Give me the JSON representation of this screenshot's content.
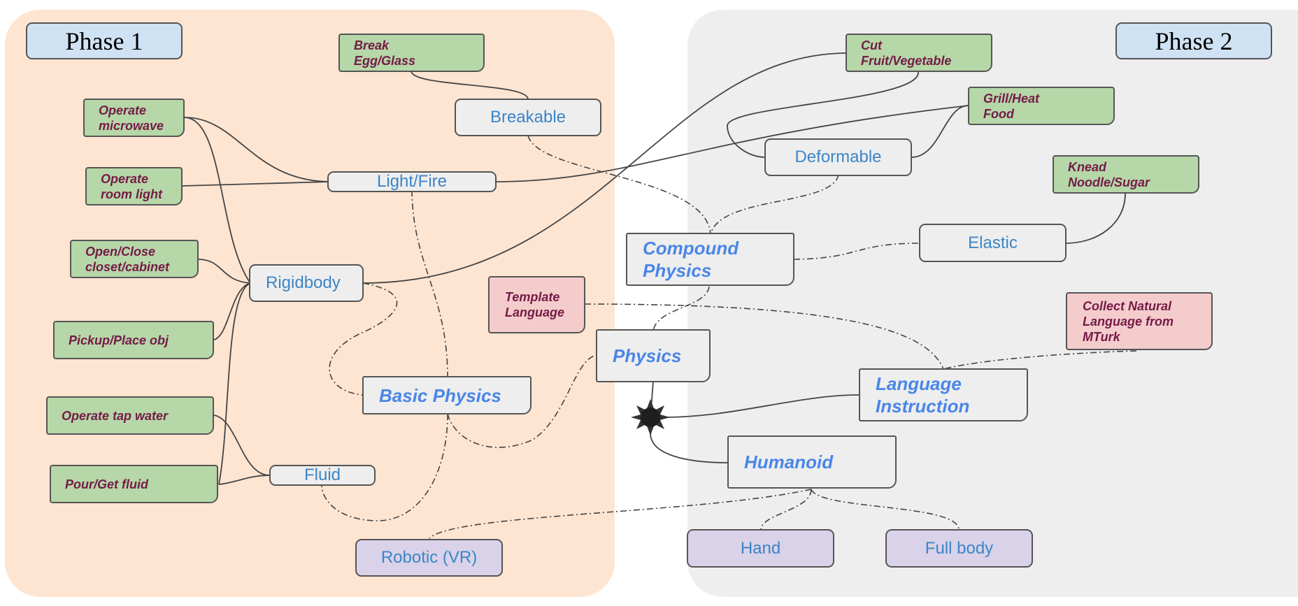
{
  "phases": {
    "phase1": "Phase 1",
    "phase2": "Phase 2"
  },
  "tasks": {
    "break_egg": "Break\nEgg/Glass",
    "operate_microwave": "Operate\nmicrowave",
    "operate_room_light": "Operate\nroom light",
    "open_close_closet": "Open/Close\ncloset/cabinet",
    "pickup_place": "Pickup/Place obj",
    "operate_tap_water": "Operate tap water",
    "pour_get_fluid": "Pour/Get fluid",
    "cut_fruit": "Cut\nFruit/Vegetable",
    "grill_heat": "Grill/Heat\nFood",
    "knead_noodle": "Knead\nNoodle/Sugar"
  },
  "language_sources": {
    "template_language": "Template\nLanguage",
    "collect_mturk": "Collect Natural\nLanguage from\nMTurk"
  },
  "concepts": {
    "breakable": "Breakable",
    "light_fire": "Light/Fire",
    "rigidbody": "Rigidbody",
    "fluid": "Fluid",
    "deformable": "Deformable",
    "elastic": "Elastic"
  },
  "modules": {
    "compound_physics": "Compound\nPhysics",
    "physics": "Physics",
    "basic_physics": "Basic Physics",
    "language_instruction": "Language\nInstruction",
    "humanoid": "Humanoid"
  },
  "embodiments": {
    "robotic_vr": "Robotic (VR)",
    "hand": "Hand",
    "full_body": "Full body"
  },
  "colors": {
    "phase1_region": "#fee5d2",
    "phase2_region": "#eeeeee",
    "task_fill": "#b6d7a8",
    "language_fill": "#f4cccc",
    "embodiment_fill": "#d9d2e9",
    "phase_label_fill": "#cfe2f3",
    "concept_text": "#3d85c6",
    "module_text": "#4a86e8",
    "task_text": "#741b47"
  }
}
